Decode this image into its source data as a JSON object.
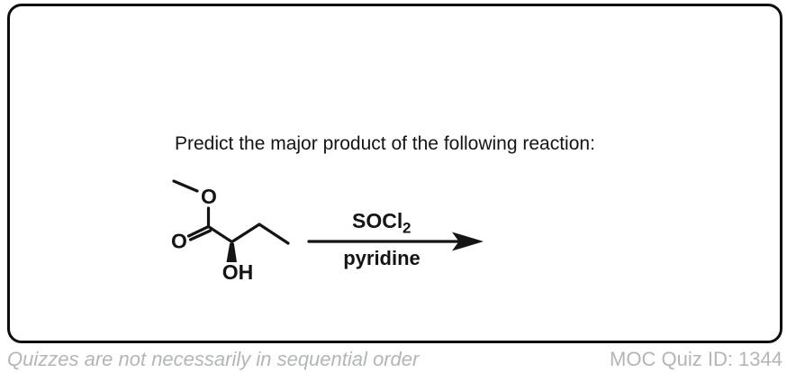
{
  "colors": {
    "background": "#ffffff",
    "border": "#0d0d0d",
    "ink": "#141414",
    "muted": "#b3b6b8"
  },
  "question": {
    "prompt": "Predict the major product of the following reaction:"
  },
  "reaction": {
    "substrate_labels": {
      "ester_oxygen": "O",
      "carbonyl_oxygen": "O",
      "hydroxyl": "OH"
    },
    "conditions": {
      "above_main": "SOCl",
      "above_subscript": "2",
      "below": "pyridine"
    }
  },
  "footer": {
    "left_note": "Quizzes are not necessarily in sequential order",
    "right_note": "MOC Quiz ID: 1344"
  }
}
